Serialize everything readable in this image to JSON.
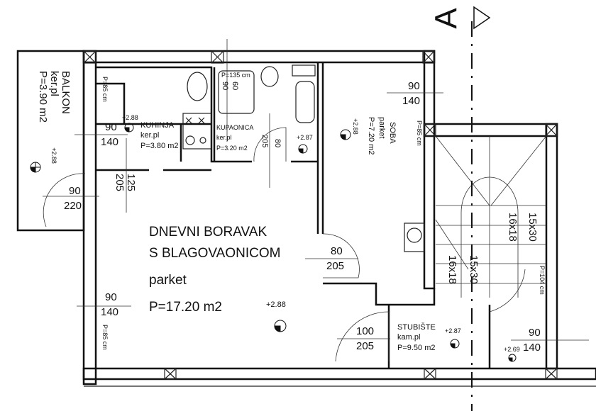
{
  "section_marker": {
    "letter": "A"
  },
  "rooms": {
    "balkon": {
      "name": "BALKON",
      "floor": "ker.pl",
      "area": "P=3.90 m2",
      "level": "+2.88"
    },
    "kuhinja": {
      "name": "KUHINJA",
      "floor": "ker.pl",
      "area": "P=3.80 m2",
      "level": "+2.88",
      "counter": "P=85 cm"
    },
    "kupaonica": {
      "name": "KUPAONICA",
      "floor": "ker.pl",
      "area": "P=3.20 m2",
      "level": "+2.87",
      "tub_height": "P=135 cm",
      "tub_w": "90",
      "tub_d": "60"
    },
    "soba": {
      "name": "SOBA",
      "floor": "parket",
      "area": "P=7.20 m2",
      "level": "+2.88",
      "sill": "P=85 cm"
    },
    "dnevni": {
      "name1": "DNEVNI BORAVAK",
      "name2": "S BLAGOVAONICOM",
      "floor": "parket",
      "area": "P=17.20 m2",
      "level": "+2.88",
      "sill": "P=85 cm"
    },
    "stubiste": {
      "name": "STUBIŠTE",
      "floor": "kam.pl",
      "area": "P=9.50 m2",
      "level": "+2.87",
      "level2": "+2.69",
      "sill": "P=104 cm"
    }
  },
  "openings": {
    "kitchen_window": {
      "w": "90",
      "h": "140"
    },
    "balcony_door": {
      "w": "90",
      "h": "220"
    },
    "kitchen_door": {
      "w": "125",
      "h": "205"
    },
    "bath_door": {
      "w": "80",
      "h": "205"
    },
    "soba_window": {
      "w": "90",
      "h": "140"
    },
    "soba_door": {
      "w": "80",
      "h": "205"
    },
    "living_window": {
      "w": "90",
      "h": "140"
    },
    "entry_door": {
      "w": "100",
      "h": "205"
    },
    "stair_window": {
      "w": "90",
      "h": "140"
    }
  },
  "stairs": {
    "upper_a": "15x30",
    "upper_b": "16x18",
    "lower_a": "16x18",
    "lower_b": "15x30"
  }
}
